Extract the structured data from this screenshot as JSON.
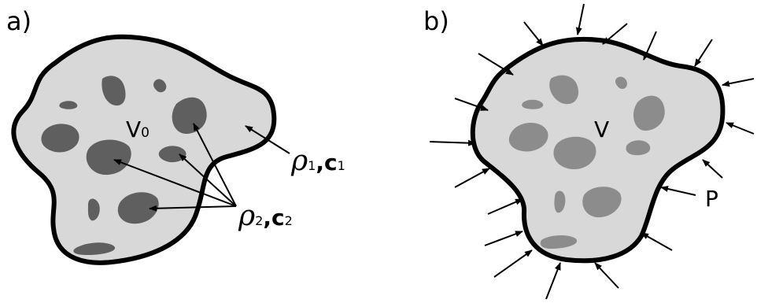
{
  "panel_a": {
    "label": "a)",
    "volume_label": "V",
    "volume_sub": "0",
    "matrix_rho": "ρ",
    "matrix_sub": "1",
    "matrix_sep": ",",
    "matrix_c": "c",
    "matrix_c_sub": "1",
    "inclusion_rho": "ρ",
    "inclusion_sub": "2",
    "inclusion_sep": ",",
    "inclusion_c": "c",
    "inclusion_c_sub": "2"
  },
  "panel_b": {
    "label": "b)",
    "volume_label": "V",
    "pressure_label": "P"
  },
  "colors": {
    "body_fill": "#d8d8d8",
    "inclusion_a": "#5f5f5f",
    "inclusion_b": "#8c8c8c",
    "outline": "#000000"
  }
}
